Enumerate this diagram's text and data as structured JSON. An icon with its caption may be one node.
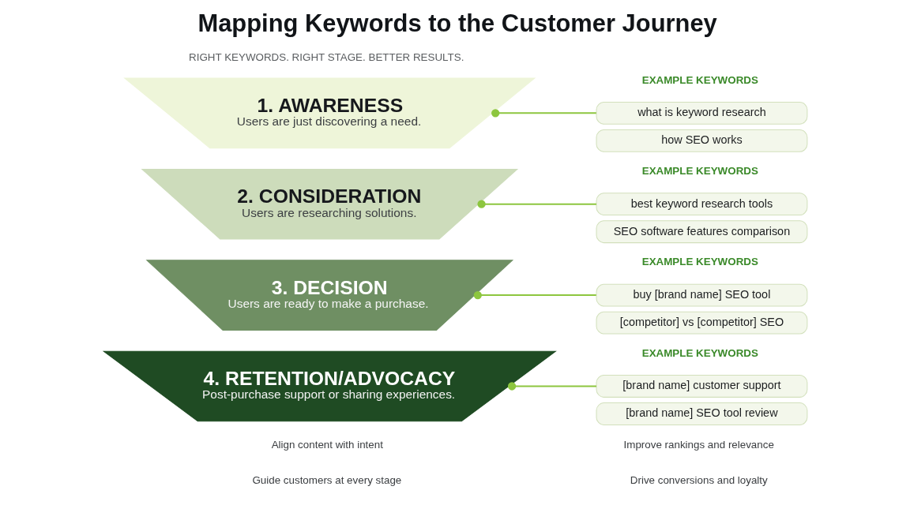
{
  "diagram": {
    "title": "Mapping Keywords to the Customer Journey",
    "nodes": [
      {
        "text": [
          "1. AWARENESS",
          "Users are just discovering a need."
        ]
      },
      {
        "text": [
          "what is keyword research"
        ]
      },
      {
        "text": [
          "how SEO works"
        ]
      },
      {
        "text": [
          "2. CONSIDERATION",
          "Users are researching solutions."
        ]
      },
      {
        "text": [
          "best keyword research tools"
        ]
      },
      {
        "text": [
          "SEO software features comparison"
        ]
      },
      {
        "text": [
          "3. DECISION",
          "Users are ready to make a purchase."
        ]
      },
      {
        "text": [
          "buy [brand name] SEO tool"
        ]
      },
      {
        "text": [
          "[competitor] vs [competitor] SEO"
        ]
      },
      {
        "text": [
          "4. RETENTION/ADVOCACY",
          "Post-purchase support or sharing experiences."
        ]
      },
      {
        "text": [
          "[brand name] customer support"
        ]
      },
      {
        "text": [
          "[brand name] SEO tool review"
        ]
      }
    ],
    "edges": [
      {
        "from": 0,
        "to": 1,
        "arrow": "other"
      },
      {
        "from": 3,
        "to": 4,
        "arrow": "other"
      },
      {
        "from": 6,
        "to": 7,
        "arrow": "other"
      },
      {
        "from": 9,
        "to": 10,
        "arrow": "other"
      }
    ],
    "labels": [
      "RIGHT KEYWORDS. RIGHT STAGE. BETTER RESULTS.",
      "EXAMPLE KEYWORDS",
      "EXAMPLE KEYWORDS",
      "EXAMPLE KEYWORDS",
      "EXAMPLE KEYWORDS",
      "Align content with intent",
      "Improve rankings and relevance",
      "Guide customers at every stage",
      "Drive conversions and loyalty"
    ]
  }
}
